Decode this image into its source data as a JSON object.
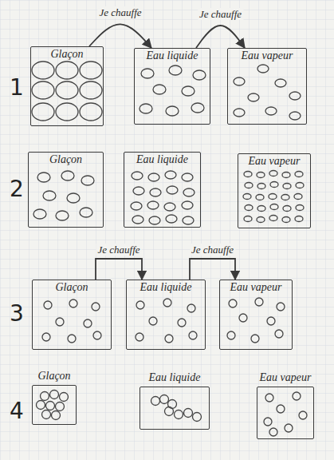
{
  "diagram": {
    "nodes": [
      {
        "text": [
          "Glaçon"
        ]
      },
      {
        "text": [
          "Eau liquide"
        ]
      },
      {
        "text": [
          "Eau vapeur"
        ]
      },
      {
        "text": [
          "Glaçon"
        ]
      },
      {
        "text": [
          "Eau liquide"
        ]
      },
      {
        "text": [
          "Eau vapeur"
        ]
      },
      {
        "text": [
          "Glaçon"
        ]
      },
      {
        "text": [
          "Eau liquide"
        ]
      },
      {
        "text": [
          "Eau vapeur"
        ]
      },
      {
        "text": [
          "Glaçon"
        ]
      },
      {
        "text": [
          "Eau liquide"
        ]
      },
      {
        "text": [
          "Eau vapeur"
        ]
      }
    ],
    "edges": [
      {
        "from": 0,
        "to": 1,
        "label": "Je chauffe",
        "arrow": "to"
      },
      {
        "from": 1,
        "to": 2,
        "label": "Je chauffe",
        "arrow": "to"
      },
      {
        "from": 6,
        "to": 7,
        "label": "Je chauffe",
        "arrow": "to"
      },
      {
        "from": 7,
        "to": 8,
        "label": "Je chauffe",
        "arrow": "to"
      }
    ],
    "labels": [
      "1",
      "2",
      "3",
      "4"
    ]
  }
}
